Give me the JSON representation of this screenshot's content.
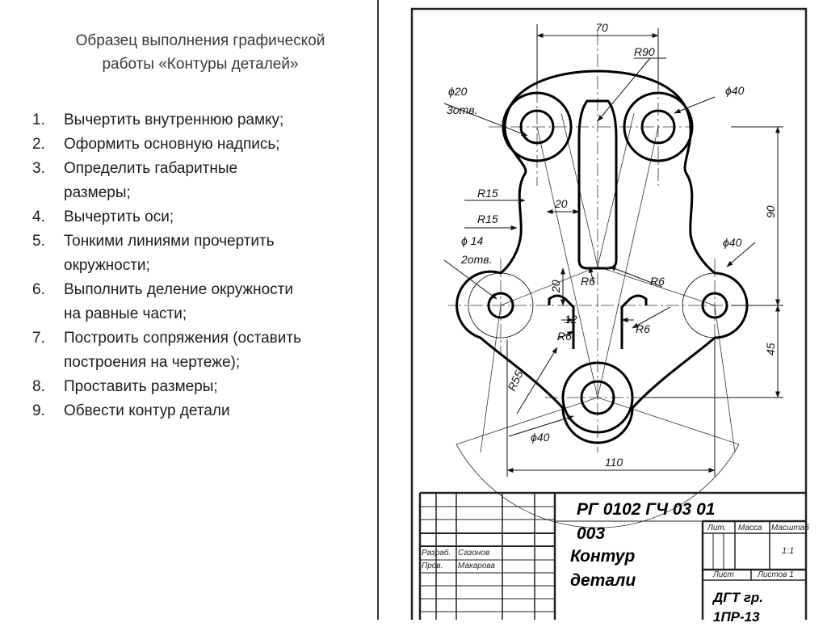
{
  "header": {
    "title_line1": "Образец выполнения графической",
    "title_line2": "работы «Контуры деталей»"
  },
  "steps": [
    {
      "num": "1.",
      "lines": [
        "Вычертить внутреннюю рамку;"
      ]
    },
    {
      "num": "2.",
      "lines": [
        "Оформить основную надпись;"
      ]
    },
    {
      "num": "3.",
      "lines": [
        "Определить габаритные",
        "размеры;"
      ]
    },
    {
      "num": "4.",
      "lines": [
        "Вычертить оси;"
      ]
    },
    {
      "num": "5.",
      "lines": [
        "Тонкими линиями прочертить",
        "окружности;"
      ]
    },
    {
      "num": "6.",
      "lines": [
        "Выполнить деление окружности",
        "на равные части;"
      ]
    },
    {
      "num": "7.",
      "lines": [
        "Построить сопряжения (оставить",
        "построения на чертеже);"
      ]
    },
    {
      "num": "8.",
      "lines": [
        "Проставить размеры;"
      ]
    },
    {
      "num": "9.",
      "lines": [
        "Обвести контур детали"
      ]
    }
  ],
  "drawing": {
    "dims": {
      "d70": "70",
      "r90": "R90",
      "d20_3": "ϕ20",
      "three_holes": "3отв.",
      "d40_top": "ϕ40",
      "r15_a": "R15",
      "d20_slot": "20",
      "r15_b": "R15",
      "d14": "ϕ 14",
      "two_holes": "2отв.",
      "d40_right": "ϕ40",
      "d90": "90",
      "d20_v": "20",
      "r6_a": "R6",
      "r6_b": "R6",
      "d12": "12",
      "r6_c": "R6",
      "r6_d": "R6",
      "d45": "45",
      "r55": "R55",
      "d40_bottom": "ϕ40",
      "d110": "110"
    }
  },
  "title_block": {
    "doc_code_line1": "РГ 0102 ГЧ 03 01",
    "doc_code_line2": "003",
    "part_name_line1": "Контур",
    "part_name_line2": "детали",
    "group_line1": "ДГТ гр.",
    "group_line2": "1ПР-13",
    "col_lit": "Лит.",
    "col_mass": "Масса",
    "col_scale": "Масштаб",
    "scale_value": "1:1",
    "sheet_label": "Лист",
    "sheets_label": "Листов 1",
    "row_develop": "Разраб.",
    "row_develop_name": "Сазонов",
    "row_check": "Пров.",
    "row_check_name": "Макарова"
  }
}
